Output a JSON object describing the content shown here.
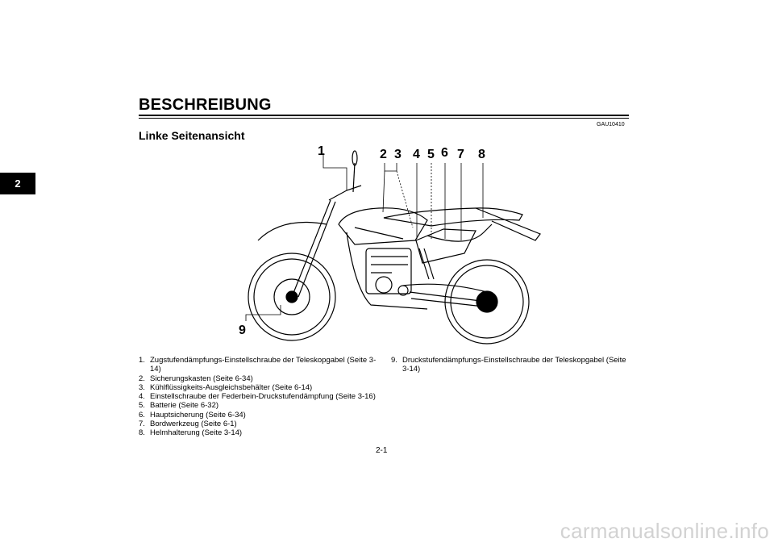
{
  "chapter_tab": "2",
  "section_title": "BESCHREIBUNG",
  "code_ref": "GAU10410",
  "subsection_title": "Linke Seitenansicht",
  "callouts": [
    "1",
    "2",
    "3",
    "4",
    "5",
    "6",
    "7",
    "8",
    "9"
  ],
  "legend_left": [
    {
      "num": "1.",
      "text": "Zugstufendämpfungs-Einstellschraube der Teleskopgabel (Seite 3-14)"
    },
    {
      "num": "2.",
      "text": "Sicherungskasten (Seite 6-34)"
    },
    {
      "num": "3.",
      "text": "Kühlflüssigkeits-Ausgleichsbehälter (Seite 6-14)"
    },
    {
      "num": "4.",
      "text": "Einstellschraube der Federbein-Druckstufendämpfung (Seite 3-16)"
    },
    {
      "num": "5.",
      "text": "Batterie (Seite 6-32)"
    },
    {
      "num": "6.",
      "text": "Hauptsicherung (Seite 6-34)"
    },
    {
      "num": "7.",
      "text": "Bordwerkzeug (Seite 6-1)"
    },
    {
      "num": "8.",
      "text": "Helmhalterung (Seite 3-14)"
    }
  ],
  "legend_right": [
    {
      "num": "9.",
      "text": "Druckstufendämpfungs-Einstellschraube der Teleskopgabel (Seite 3-14)"
    }
  ],
  "page_number": "2-1",
  "watermark": "carmanualsonline.info"
}
